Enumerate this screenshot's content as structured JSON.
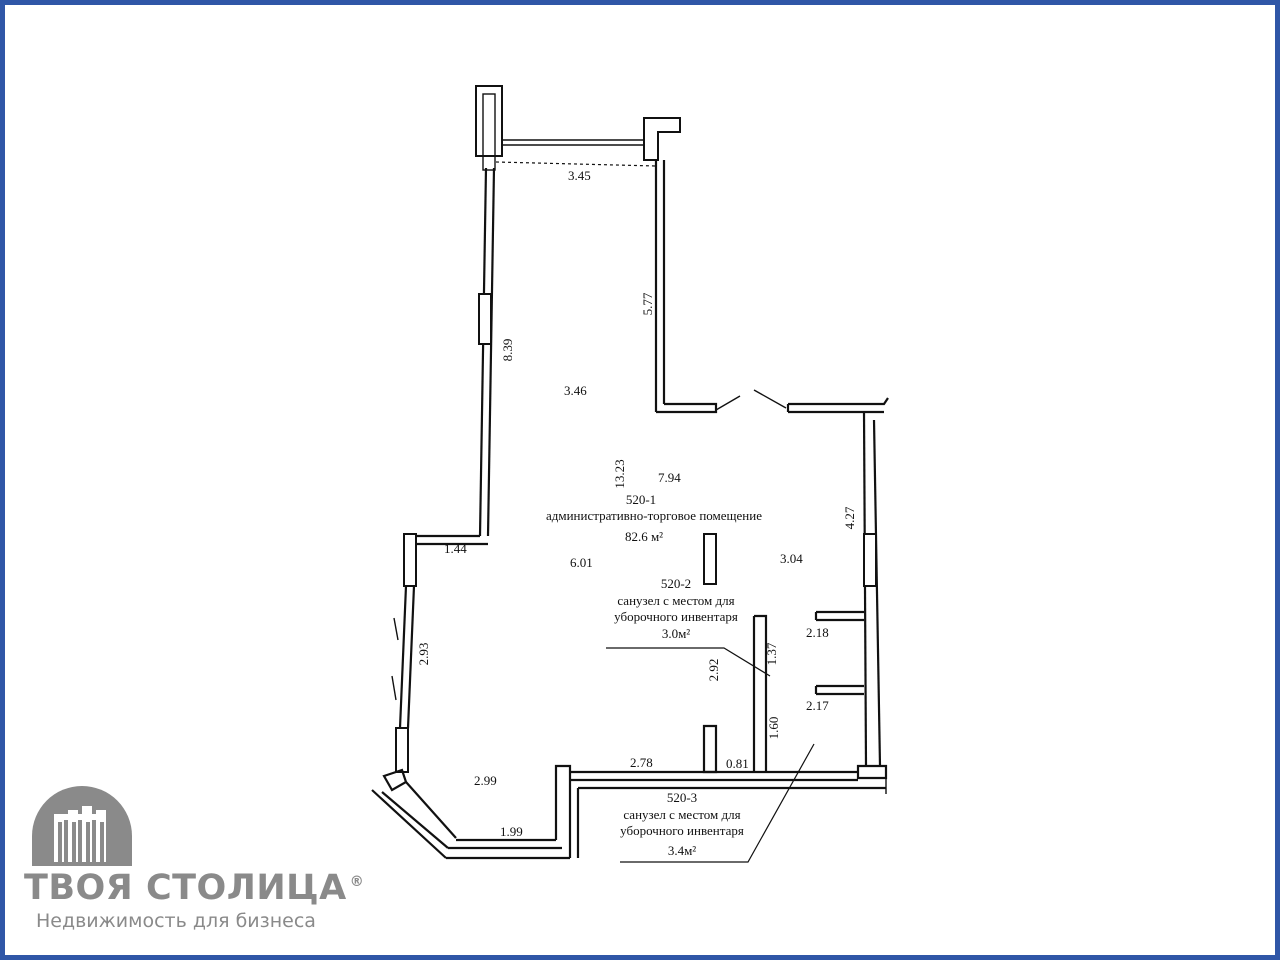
{
  "colors": {
    "frame": "#2f56a7",
    "line": "#111111",
    "logo": "#8a8a8a"
  },
  "dimensions": {
    "d_3_45": "3.45",
    "d_5_77": "5.77",
    "d_8_39": "8.39",
    "d_3_46": "3.46",
    "d_13_23": "13.23",
    "d_7_94": "7.94",
    "d_1_44": "1.44",
    "d_6_01": "6.01",
    "d_3_04": "3.04",
    "d_4_27": "4.27",
    "d_2_93": "2.93",
    "d_2_18": "2.18",
    "d_1_37": "1.37",
    "d_2_92": "2.92",
    "d_2_17": "2.17",
    "d_1_60": "1.60",
    "d_2_78": "2.78",
    "d_0_81": "0.81",
    "d_2_99": "2.99",
    "d_1_99": "1.99"
  },
  "rooms": {
    "r520_1": {
      "number": "520-1",
      "name": "административно-торговое помещение",
      "area": "82.6 м²"
    },
    "r520_2": {
      "number": "520-2",
      "name_line1": "санузел с местом для",
      "name_line2": "уборочного инвентаря",
      "area": "3.0м²"
    },
    "r520_3": {
      "number": "520-3",
      "name_line1": "санузел с местом для",
      "name_line2": "уборочного инвентаря",
      "area": "3.4м²"
    }
  },
  "logo": {
    "icon": "building-logo-icon",
    "name": "ТВОЯ СТОЛИЦА",
    "registered": "®",
    "tagline": "Недвижимость для бизнеса"
  }
}
